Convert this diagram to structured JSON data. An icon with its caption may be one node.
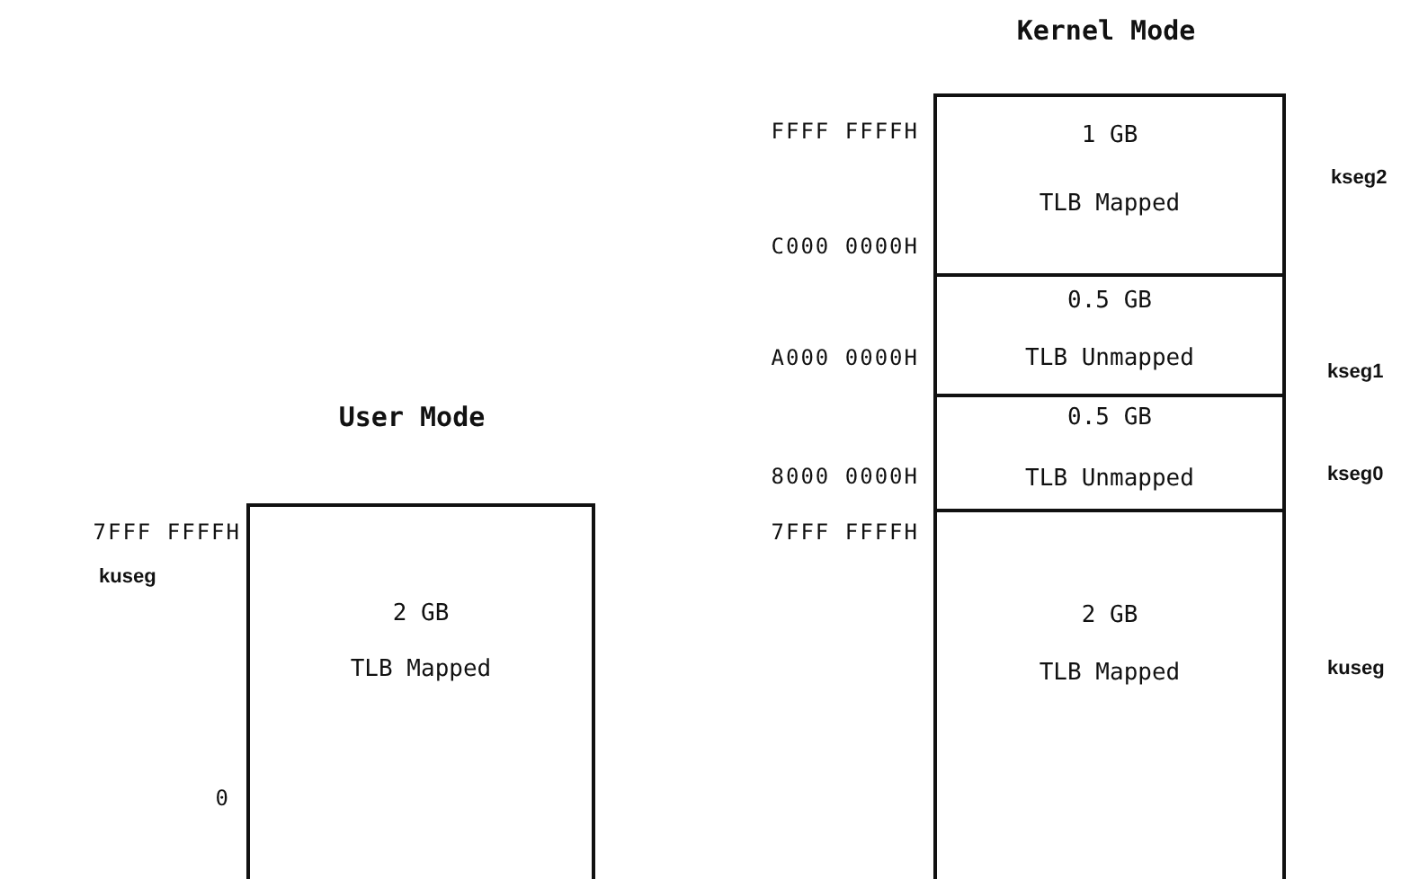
{
  "diagram": {
    "nodes": [
      {
        "text": [
          "1 GB",
          "TLB Mapped"
        ],
        "beside": [
          "kseg2"
        ]
      },
      {
        "text": [
          "0.5 GB",
          "TLB Unmapped"
        ],
        "beside": [
          "kseg1"
        ]
      },
      {
        "text": [
          "0.5 GB",
          "TLB Unmapped"
        ],
        "beside": [
          "kseg0"
        ]
      },
      {
        "text": [
          "2 GB",
          "TLB Mapped"
        ]
      },
      {
        "text": [
          "2 GB",
          "TLB Mapped"
        ],
        "beside": [
          "kuseg"
        ]
      }
    ],
    "edges": [],
    "labels": [
      "Kernel Mode",
      "FFFF FFFFH",
      "C000 0000H",
      "A000 0000H",
      "User Mode",
      "8000 0000H",
      "7FFF FFFFH",
      "7FFF FFFFH",
      "kuseg",
      "0"
    ]
  }
}
